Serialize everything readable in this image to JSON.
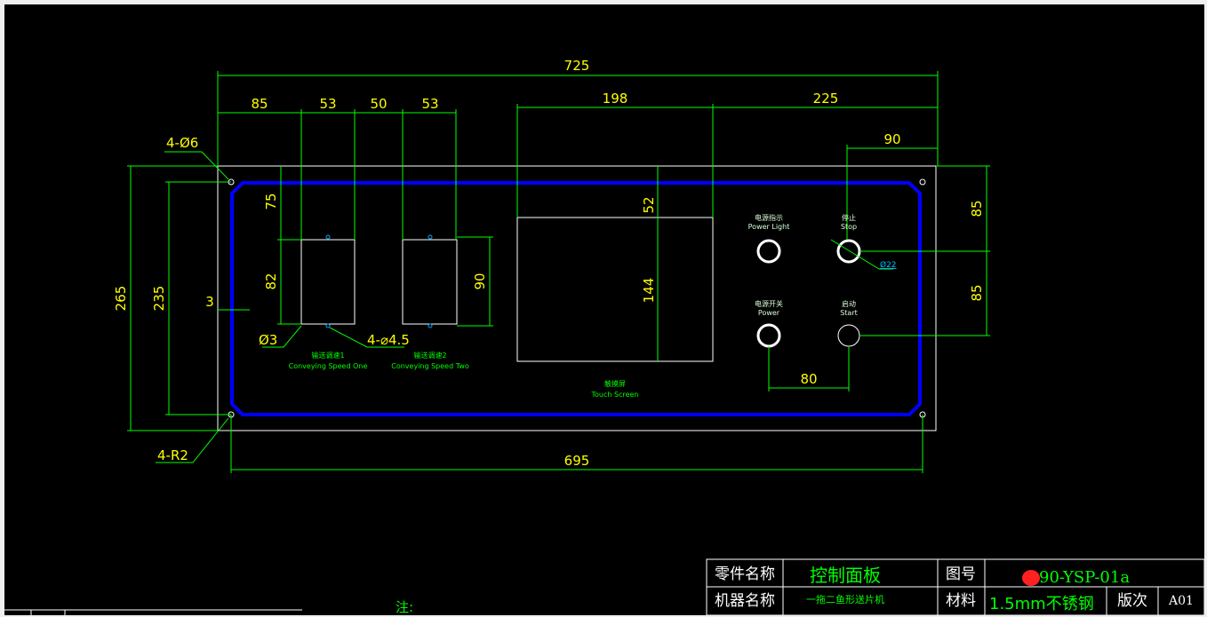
{
  "drawing": {
    "dimensions": {
      "overall_width": "725",
      "d85_left": "85",
      "d53_a": "53",
      "d50": "50",
      "d53_b": "53",
      "d198": "198",
      "d225": "225",
      "d90_top": "90",
      "overall_height": "265",
      "inner_height": "235",
      "d75": "75",
      "d82": "82",
      "d90_right_slot": "90",
      "d52": "52",
      "d144": "144",
      "d85_top_right": "85",
      "d85_bottom_right": "85",
      "d80": "80",
      "bottom_width": "695",
      "edge_3": "3"
    },
    "callouts": {
      "holes_6": "4-Ø6",
      "corner_r2": "4-R2",
      "slot_r3": "Ø3",
      "holes_4_5": "4-⌀4.5",
      "button_d22": "Ø22"
    },
    "labels": {
      "conveying_one_cn": "输送调速1",
      "conveying_one_en": "Conveying Speed One",
      "conveying_two_cn": "输送调速2",
      "conveying_two_en": "Conveying Speed Two",
      "touch_screen_cn": "触摸屏",
      "touch_screen_en": "Touch Screen",
      "power_light_cn": "电源指示",
      "power_light_en": "Power Light",
      "stop_cn": "停止",
      "stop_en": "Stop",
      "power_cn": "电源开关",
      "power_en": "Power",
      "start_cn": "启动",
      "start_en": "Start"
    },
    "note_label": "注:"
  },
  "title_block": {
    "part_name_label": "零件名称",
    "part_name_value": "控制面板",
    "drawing_no_label": "图号",
    "drawing_no_value": "90-YSP-01a",
    "machine_name_label": "机器名称",
    "machine_name_value": "一拖二鱼形送片机",
    "material_label": "材料",
    "material_value": "1.5mm不锈钢",
    "revision_label": "版次",
    "revision_value": "A01"
  },
  "colors": {
    "background": "#000000",
    "dimension_lines": "#00ff00",
    "dimension_text": "#ffff00",
    "outline": "#ffffff",
    "inner_border": "#0000ff",
    "redaction": "#ff2020"
  }
}
